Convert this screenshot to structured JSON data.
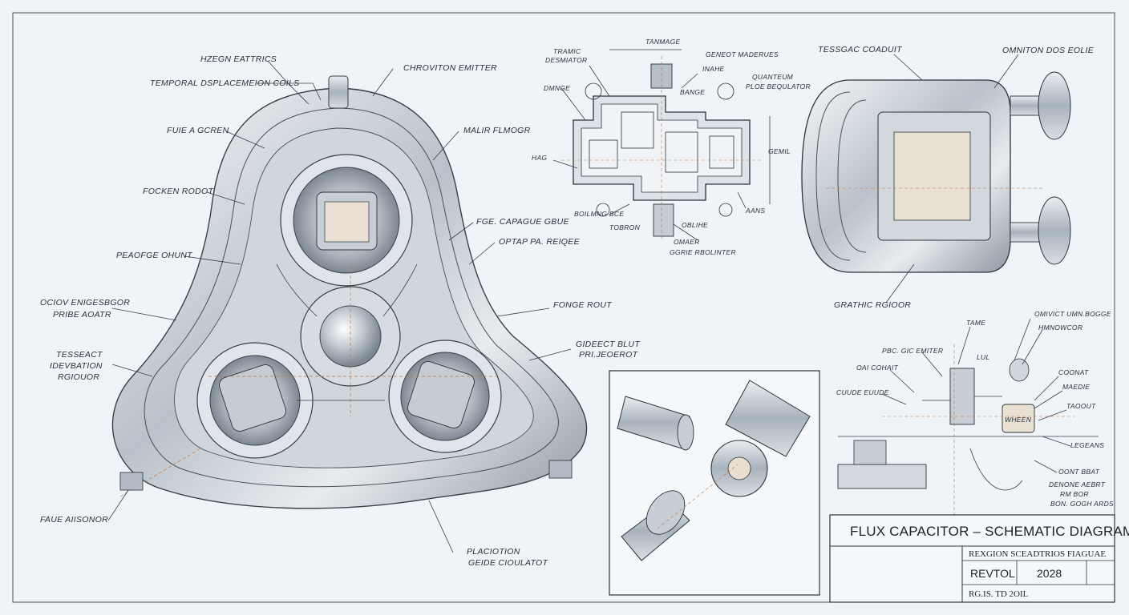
{
  "main_labels": {
    "top1": "HZEGN EATTRICS",
    "top2": "TEMPORAL DSPLACEMEION COILS",
    "top3": "CHROVITON EMITTER",
    "fuse": "FUIE A GCREN",
    "malir": "MALIR FLMOGR",
    "focken": "FOCKEN RODOT",
    "fge": "FGE. CAPAGUE GBUE",
    "optap": "OPTAP PA. REIQEE",
    "peaf": "PEAOFGE OHUNT",
    "ociov1": "OCIOV ENIGESBGOR",
    "ociov2": "PRIBE AOATR",
    "tess1": "TESSEACT",
    "tess2": "IDEVBATION",
    "tess3": "RGIOUOR",
    "fonge": "FONGE ROUT",
    "gideect1": "GIDEECT BLUT",
    "gideect2": "PRI.JEOEROT",
    "faue": "FAUE AIISONOR",
    "pla1": "PLACIOTION",
    "pla2": "GEIDE CIOULATOT"
  },
  "mid_labels": {
    "tanmage": "TANMAGE",
    "tramic1": "TRAMIC",
    "tramic2": "DESMIATOR",
    "geneot": "GENEOT MADERUES",
    "inahe": "INAHE",
    "quant1": "QUANTEUM",
    "quant2": "PLOE BEQULATOR",
    "dmnge": "DMNGE",
    "bange": "BANGE",
    "hag": "HAG",
    "boil": "BOILMNG BCE",
    "gemil": "GEMIL",
    "tobron": "TOBRON",
    "oblihe": "OBLIHE",
    "aans": "AANS",
    "omaer1": "OMAER",
    "omaer2": "GGRIE RBOLINTER"
  },
  "right_labels": {
    "tessgac": "TESSGAC COADUIT",
    "omniton": "OMNITON DOS EOLIE",
    "grathic": "GRATHIC RGIOOR"
  },
  "bottom_right_labels": {
    "omivict": "OMIVICT UMN.BOGGE",
    "hmnowcor": "HMNOWCOR",
    "tame": "TAME",
    "pbc": "PBC. GIC EMITER",
    "lul": "LUL",
    "oai": "OAI COHAIT",
    "cude": "CUUDE EUUDE",
    "coonat": "COONAT",
    "maedie": "MAEDIE",
    "taoout": "TAOOUT",
    "legean": "LEGEANS",
    "oon": "OONT BBAT",
    "denone1": "DENONE AEBRT",
    "denone2": "RM BOR",
    "denone3": "BON. GOGH ARDS",
    "wheen": "WHEEN"
  },
  "title_block": {
    "title": "FLUX CAPACITOR – SCHEMATIC DIAGRAM",
    "row1": "REXGION  SCEADTRIOS FIAGUAE",
    "revtol": "REVTOL",
    "year": "2028",
    "footer": "RG.IS. TD 2OIL"
  }
}
